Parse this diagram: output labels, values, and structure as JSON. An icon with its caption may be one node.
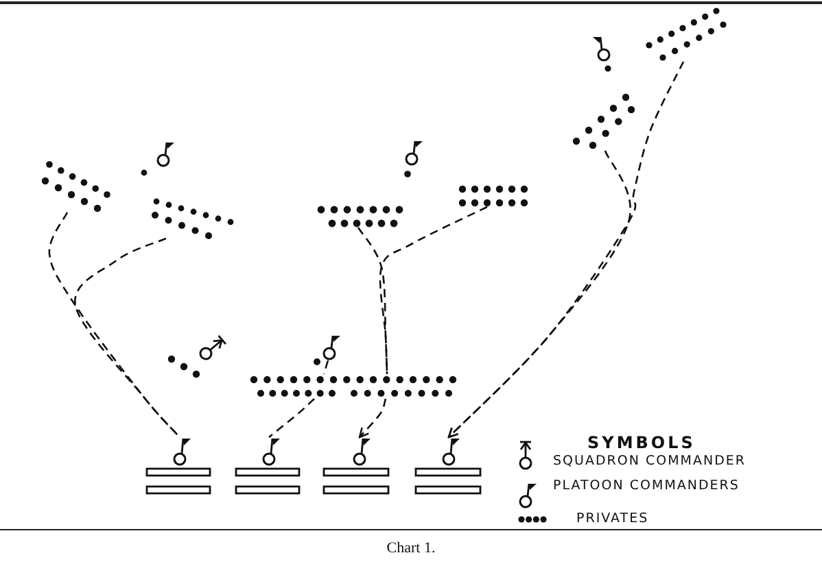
{
  "diagram": {
    "caption": "Chart 1.",
    "nodes": [
      {
        "text": [],
        "shape": "dots"
      },
      {
        "text": [],
        "shape": "dots"
      },
      {
        "text": [],
        "shape": "dots"
      },
      {
        "text": [],
        "shape": "dots"
      },
      {
        "text": [],
        "shape": "dots"
      },
      {
        "text": [],
        "shape": "dots"
      },
      {
        "text": [],
        "shape": "dots"
      },
      {
        "text": [],
        "shape": "flag"
      },
      {
        "text": [],
        "shape": "dots"
      },
      {
        "text": [],
        "shape": "bar"
      },
      {
        "text": [],
        "shape": "bar"
      },
      {
        "text": [],
        "shape": "bar"
      },
      {
        "text": [],
        "shape": "bar"
      }
    ],
    "edges": [
      {
        "from": 0,
        "to": 12,
        "arrow": "to",
        "style": "dashed"
      },
      {
        "from": 1,
        "to": 12,
        "arrow": "to",
        "style": "dashed"
      },
      {
        "from": 2,
        "to": 9,
        "arrow": "none",
        "style": "dashed"
      },
      {
        "from": 3,
        "to": 8,
        "arrow": "none",
        "style": "dashed"
      },
      {
        "from": 4,
        "to": 9,
        "arrow": "none",
        "style": "dashed"
      },
      {
        "from": 5,
        "to": 8,
        "arrow": "none",
        "style": "dashed"
      },
      {
        "from": 7,
        "to": 8,
        "arrow": "none",
        "style": "dashed"
      },
      {
        "from": 8,
        "to": 11,
        "arrow": "to",
        "style": "dashed"
      },
      {
        "from": 8,
        "to": 10,
        "arrow": "none",
        "style": "dashed"
      }
    ],
    "labels": [
      "SYMBOLS"
    ],
    "legend": [
      {
        "text": "SQUADRON COMMANDER"
      },
      {
        "text": "PLATOON COMMANDERS"
      },
      {
        "text": "PRIVATES"
      }
    ]
  }
}
